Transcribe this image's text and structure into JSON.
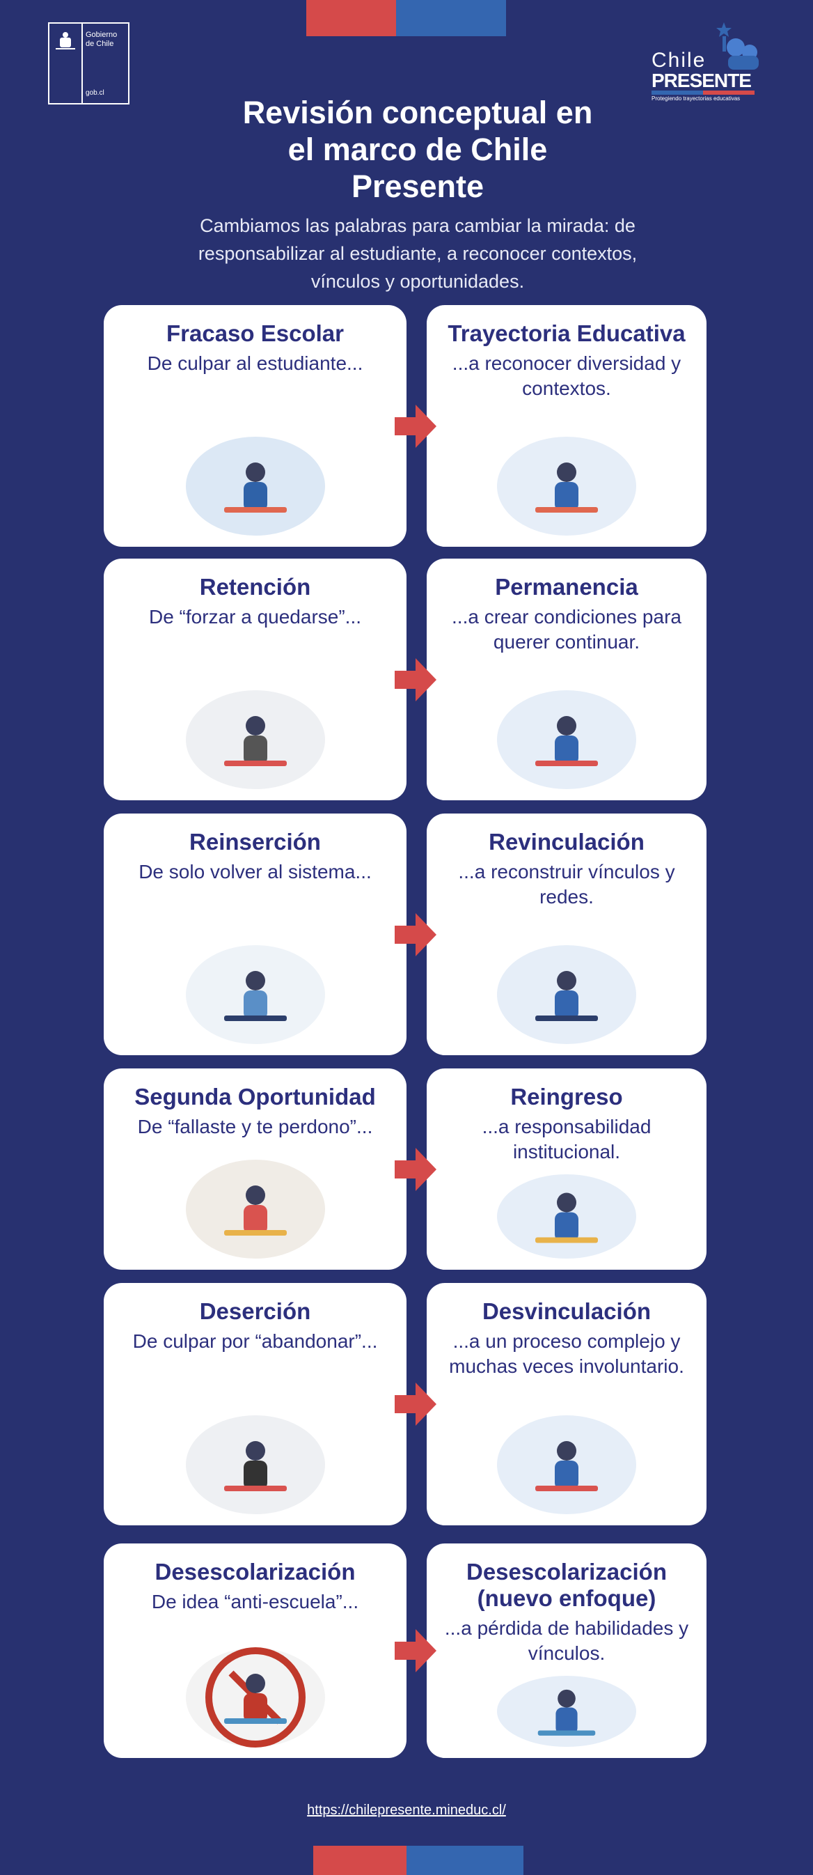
{
  "header": {
    "gov_logo_line1": "Gobierno",
    "gov_logo_line2": "de Chile",
    "gov_logo_url": "gob.cl",
    "brand_chile": "Chile",
    "brand_presente": "PRESENTE",
    "brand_tagline": "Protegiendo trayectorias educativas"
  },
  "title": [
    "Revisión conceptual  en",
    "el marco de Chile",
    "Presente"
  ],
  "subtitle": [
    "Cambiamos las palabras para cambiar la mirada: de",
    "responsabilizar al estudiante, a reconocer contextos,",
    "vínculos y oportunidades."
  ],
  "rows": [
    {
      "left": {
        "title": "Fracaso Escolar",
        "text": "De culpar al estudiante...",
        "icon": "blamed-student-icon"
      },
      "right": {
        "title": "Trayectoria Educativa",
        "text": "...a reconocer diversidad y contextos.",
        "icon": "paths-ladders-icon"
      }
    },
    {
      "left": {
        "title": "Retención",
        "text": "De “forzar a quedarse”...",
        "icon": "caged-student-icon"
      },
      "right": {
        "title": "Permanencia",
        "text": "...a crear condiciones para querer continuar.",
        "icon": "books-stack-icon"
      }
    },
    {
      "left": {
        "title": "Reinserción",
        "text": "De solo volver al sistema...",
        "icon": "stressed-student-icon"
      },
      "right": {
        "title": "Revinculación",
        "text": "...a reconstruir vínculos y redes.",
        "icon": "high-five-icon"
      }
    },
    {
      "left": {
        "title": "Segunda Oportunidad",
        "text": "De “fallaste y te perdono”...",
        "icon": "thumbs-down-icon"
      },
      "right": {
        "title": "Reingreso",
        "text": "...a responsabilidad institucional.",
        "icon": "justice-scale-icon"
      }
    },
    {
      "left": {
        "title": "Deserción",
        "text": "De culpar por “abandonar”...",
        "icon": "thumbs-down-fall-icon"
      },
      "right": {
        "title": "Desvinculación",
        "text": "...a un proceso complejo y muchas veces involuntario.",
        "icon": "puzzle-people-icon"
      }
    },
    {
      "left": {
        "title": "Desescolarización",
        "text": "De idea “anti-escuela”...",
        "icon": "no-school-icon"
      },
      "right": {
        "title": "Desescolarización (nuevo enfoque)",
        "text": "...a pérdida de habilidades y vínculos.",
        "icon": "boulder-push-icon"
      }
    }
  ],
  "footer": {
    "link": "https://chilepresente.mineduc.cl/"
  },
  "colors": {
    "background": "#283170",
    "red": "#d54a4a",
    "blue": "#3466b0",
    "card_text": "#2c2f7d"
  }
}
